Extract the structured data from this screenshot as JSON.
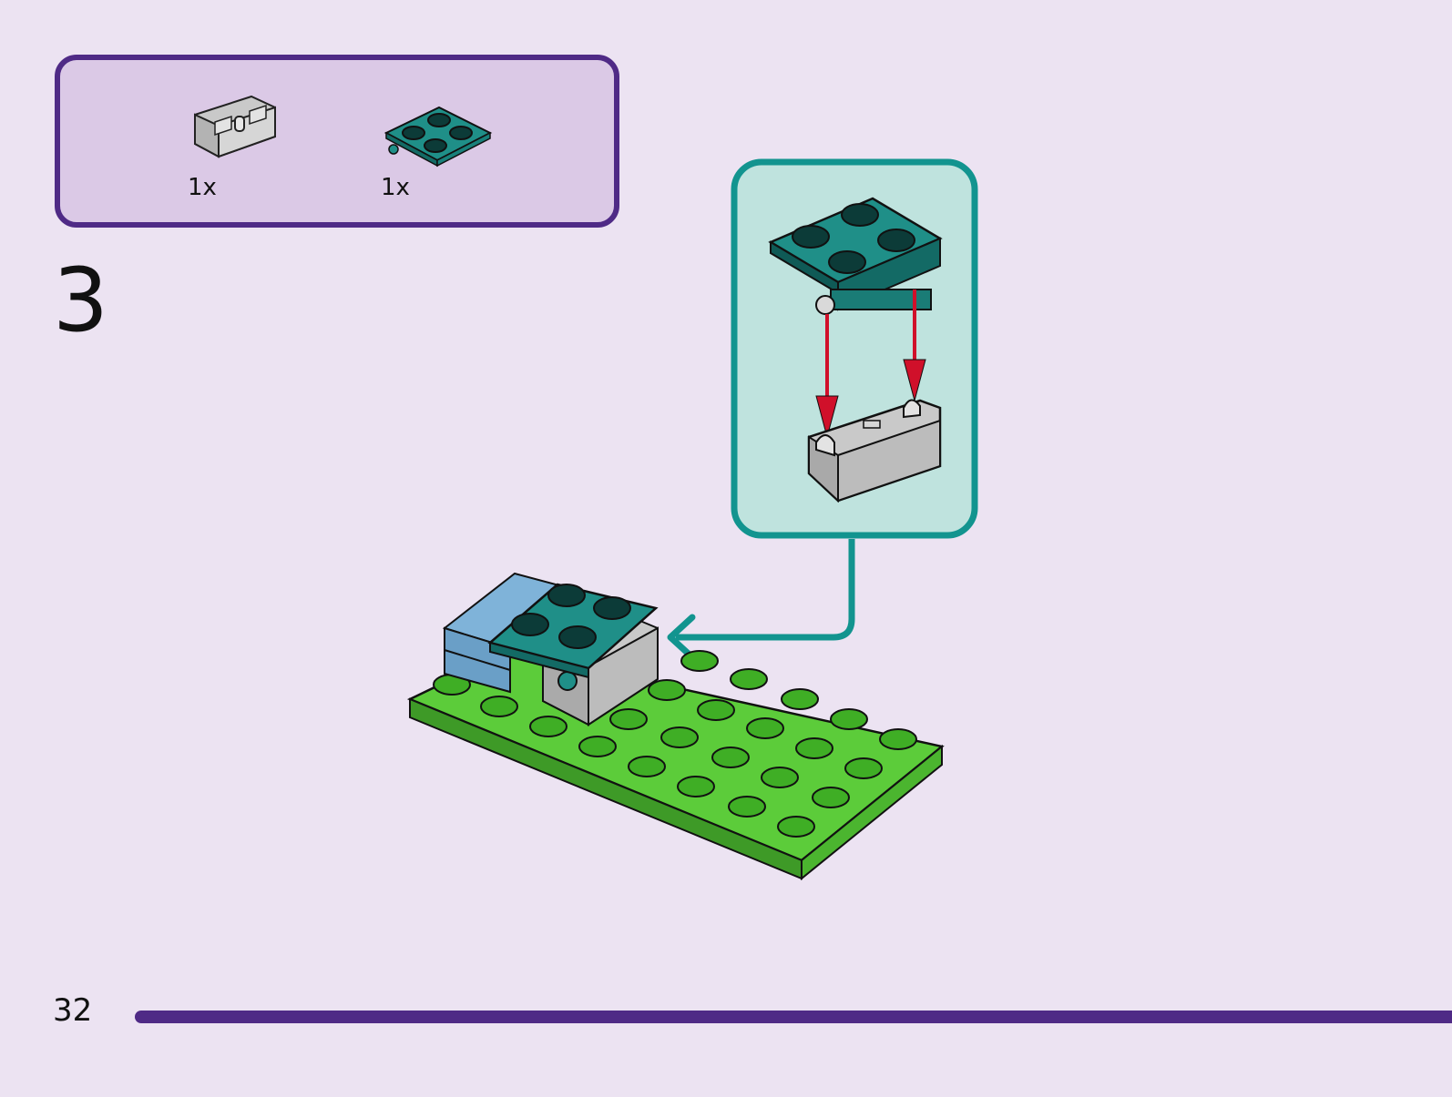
{
  "parts_list": {
    "items": [
      {
        "name": "light-gray-hinge-brick",
        "count": "1x"
      },
      {
        "name": "dark-turquoise-hinge-plate",
        "count": "1x"
      }
    ]
  },
  "step": {
    "number": "3"
  },
  "footer": {
    "page_number": "32"
  },
  "colors": {
    "background": "#ece3f2",
    "parts_box_fill": "#dbc9e6",
    "accent_purple": "#4f2a86",
    "callout_border": "#12948f",
    "callout_fill": "#bfe3de",
    "teal_part": "#1f8f88",
    "gray_part": "#c9c9c9",
    "green_plate": "#5ccc3a",
    "blue_brick": "#7fb3d9",
    "arrow_red": "#d0102a"
  },
  "icons": [
    "hinge-brick-icon",
    "hinge-plate-icon",
    "assembly-arrow-icon",
    "red-down-arrow-icon"
  ]
}
